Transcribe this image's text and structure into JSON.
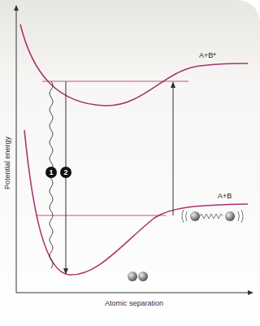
{
  "diagram": {
    "labels": [
      "A+B*",
      "A+B",
      "1",
      "2",
      "Potential energy",
      "Atomic separation"
    ]
  }
}
